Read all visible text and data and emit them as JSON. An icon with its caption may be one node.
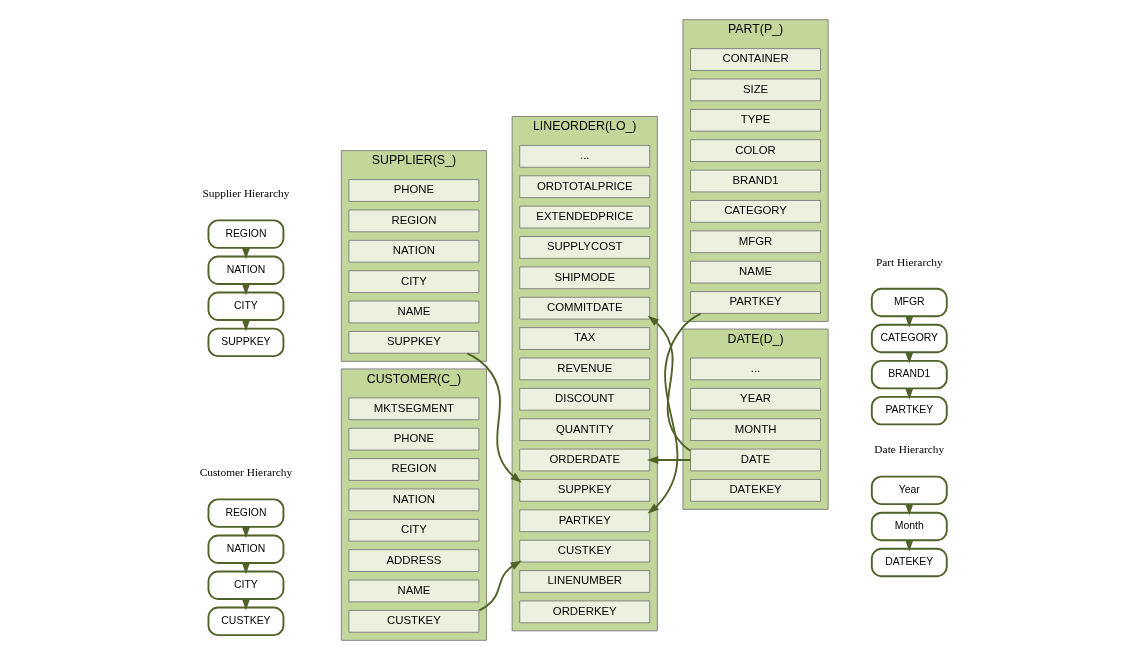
{
  "diagram": {
    "nodes": [
      {
        "text": [
          "CUSTOMER(C_)"
        ]
      },
      {
        "text": [
          "CUSTKEY"
        ],
        "in": 0
      },
      {
        "text": [
          "NAME"
        ],
        "in": 0
      },
      {
        "text": [
          "ADDRESS"
        ],
        "in": 0
      },
      {
        "text": [
          "CITY"
        ],
        "in": 0
      },
      {
        "text": [
          "NATION"
        ],
        "in": 0
      },
      {
        "text": [
          "REGION"
        ],
        "in": 0
      },
      {
        "text": [
          "PHONE"
        ],
        "in": 0
      },
      {
        "text": [
          "MKTSEGMENT"
        ],
        "in": 0
      },
      {
        "text": [
          "LINEORDER(LO_)"
        ]
      },
      {
        "text": [
          "ORDERKEY"
        ],
        "in": 9
      },
      {
        "text": [
          "LINENUMBER"
        ],
        "in": 9
      },
      {
        "text": [
          "CUSTKEY"
        ],
        "in": 9
      },
      {
        "text": [
          "PARTKEY"
        ],
        "in": 9
      },
      {
        "text": [
          "SUPPKEY"
        ],
        "in": 9
      },
      {
        "text": [
          "ORDERDATE"
        ],
        "in": 9
      },
      {
        "text": [
          "QUANTITY"
        ],
        "in": 9
      },
      {
        "text": [
          "DISCOUNT"
        ],
        "in": 9
      },
      {
        "text": [
          "REVENUE"
        ],
        "in": 9
      },
      {
        "text": [
          "TAX"
        ],
        "in": 9
      },
      {
        "text": [
          "COMMITDATE"
        ],
        "in": 9
      },
      {
        "text": [
          "SHIPMODE"
        ],
        "in": 9
      },
      {
        "text": [
          "SUPPLYCOST"
        ],
        "in": 9
      },
      {
        "text": [
          "EXTENDEDPRICE"
        ],
        "in": 9
      },
      {
        "text": [
          "ORDTOTALPRICE"
        ],
        "in": 9
      },
      {
        "text": [
          "..."
        ],
        "in": 9
      },
      {
        "text": [
          "PART(P_)"
        ]
      },
      {
        "text": [
          "PARTKEY"
        ],
        "in": 26
      },
      {
        "text": [
          "NAME"
        ],
        "in": 26
      },
      {
        "text": [
          "MFGR"
        ],
        "in": 26
      },
      {
        "text": [
          "CATEGORY"
        ],
        "in": 26
      },
      {
        "text": [
          "BRAND1"
        ],
        "in": 26
      },
      {
        "text": [
          "COLOR"
        ],
        "in": 26
      },
      {
        "text": [
          "TYPE"
        ],
        "in": 26
      },
      {
        "text": [
          "SIZE"
        ],
        "in": 26
      },
      {
        "text": [
          "CONTAINER"
        ],
        "in": 26
      },
      {
        "text": [
          "SUPPLIER(S_)"
        ]
      },
      {
        "text": [
          "SUPPKEY"
        ],
        "in": 36
      },
      {
        "text": [
          "NAME"
        ],
        "in": 36
      },
      {
        "text": [
          "CITY"
        ],
        "in": 36
      },
      {
        "text": [
          "NATION"
        ],
        "in": 36
      },
      {
        "text": [
          "REGION"
        ],
        "in": 36
      },
      {
        "text": [
          "PHONE"
        ],
        "in": 36
      },
      {
        "text": [
          "DATE(D_)"
        ]
      },
      {
        "text": [
          "DATEKEY"
        ],
        "in": 43
      },
      {
        "text": [
          "DATE"
        ],
        "in": 43
      },
      {
        "text": [
          "MONTH"
        ],
        "in": 43
      },
      {
        "text": [
          "YEAR"
        ],
        "in": 43
      },
      {
        "text": [
          "..."
        ],
        "in": 43
      },
      {
        "text": [
          "REGION"
        ]
      },
      {
        "text": [
          "NATION"
        ]
      },
      {
        "text": [
          "CITY"
        ]
      },
      {
        "text": [
          "CUSTKEY"
        ]
      },
      {
        "text": [
          "MFGR"
        ]
      },
      {
        "text": [
          "CATEGORY"
        ]
      },
      {
        "text": [
          "BRAND1"
        ]
      },
      {
        "text": [
          "PARTKEY"
        ]
      },
      {
        "text": [
          "REGION"
        ]
      },
      {
        "text": [
          "NATION"
        ]
      },
      {
        "text": [
          "CITY"
        ]
      },
      {
        "text": [
          "SUPPKEY"
        ]
      },
      {
        "text": [
          "Year"
        ]
      },
      {
        "text": [
          "Month"
        ]
      },
      {
        "text": [
          "DATEKEY"
        ]
      }
    ],
    "edges": [
      {
        "from": 1,
        "to": 12,
        "arrow": "to"
      },
      {
        "from": 27,
        "to": 13,
        "arrow": "to"
      },
      {
        "from": 37,
        "to": 14,
        "arrow": "to"
      },
      {
        "from": 45,
        "to": 15,
        "arrow": "to"
      },
      {
        "from": 45,
        "to": 20,
        "arrow": "to"
      },
      {
        "from": 49,
        "to": 50,
        "arrow": "to"
      },
      {
        "from": 50,
        "to": 51,
        "arrow": "to"
      },
      {
        "from": 51,
        "to": 52,
        "arrow": "to"
      },
      {
        "from": 53,
        "to": 54,
        "arrow": "to"
      },
      {
        "from": 54,
        "to": 55,
        "arrow": "to"
      },
      {
        "from": 55,
        "to": 56,
        "arrow": "to"
      },
      {
        "from": 57,
        "to": 58,
        "arrow": "to"
      },
      {
        "from": 58,
        "to": 59,
        "arrow": "to"
      },
      {
        "from": 59,
        "to": 60,
        "arrow": "to"
      },
      {
        "from": 61,
        "to": 62,
        "arrow": "to"
      },
      {
        "from": 62,
        "to": 63,
        "arrow": "to"
      }
    ],
    "labels": [
      "Customer Hierarchy",
      "Part Hierarchy",
      "Supplier Hierarchy",
      "Date Hierarchy"
    ]
  }
}
